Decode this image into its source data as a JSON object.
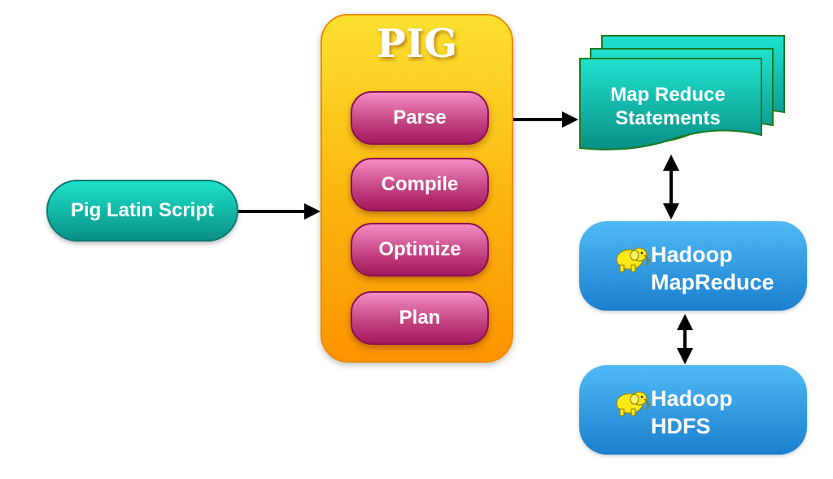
{
  "diagram": {
    "input": {
      "label": "Pig Latin Script",
      "color": "#14b8a6"
    },
    "pig": {
      "title": "PIG",
      "color": "#fcb812",
      "stages": [
        {
          "label": "Parse"
        },
        {
          "label": "Compile"
        },
        {
          "label": "Optimize"
        },
        {
          "label": "Plan"
        }
      ],
      "stage_color": "#c2407f"
    },
    "output": {
      "line1": "Map Reduce",
      "line2": "Statements",
      "color": "#12c4b0"
    },
    "mapreduce": {
      "line1": "Hadoop",
      "line2": "MapReduce",
      "icon": "hadoop-elephant-icon",
      "color": "#2c98e4"
    },
    "hdfs": {
      "line1": "Hadoop",
      "line2": "HDFS",
      "icon": "hadoop-elephant-icon",
      "color": "#2c98e4"
    },
    "edges": [
      {
        "from": "Pig Latin Script",
        "to": "PIG",
        "direction": "one-way"
      },
      {
        "from": "PIG",
        "to": "Map Reduce Statements",
        "direction": "one-way"
      },
      {
        "from": "Map Reduce Statements",
        "to": "Hadoop MapReduce",
        "direction": "two-way"
      },
      {
        "from": "Hadoop MapReduce",
        "to": "Hadoop HDFS",
        "direction": "two-way"
      }
    ]
  }
}
